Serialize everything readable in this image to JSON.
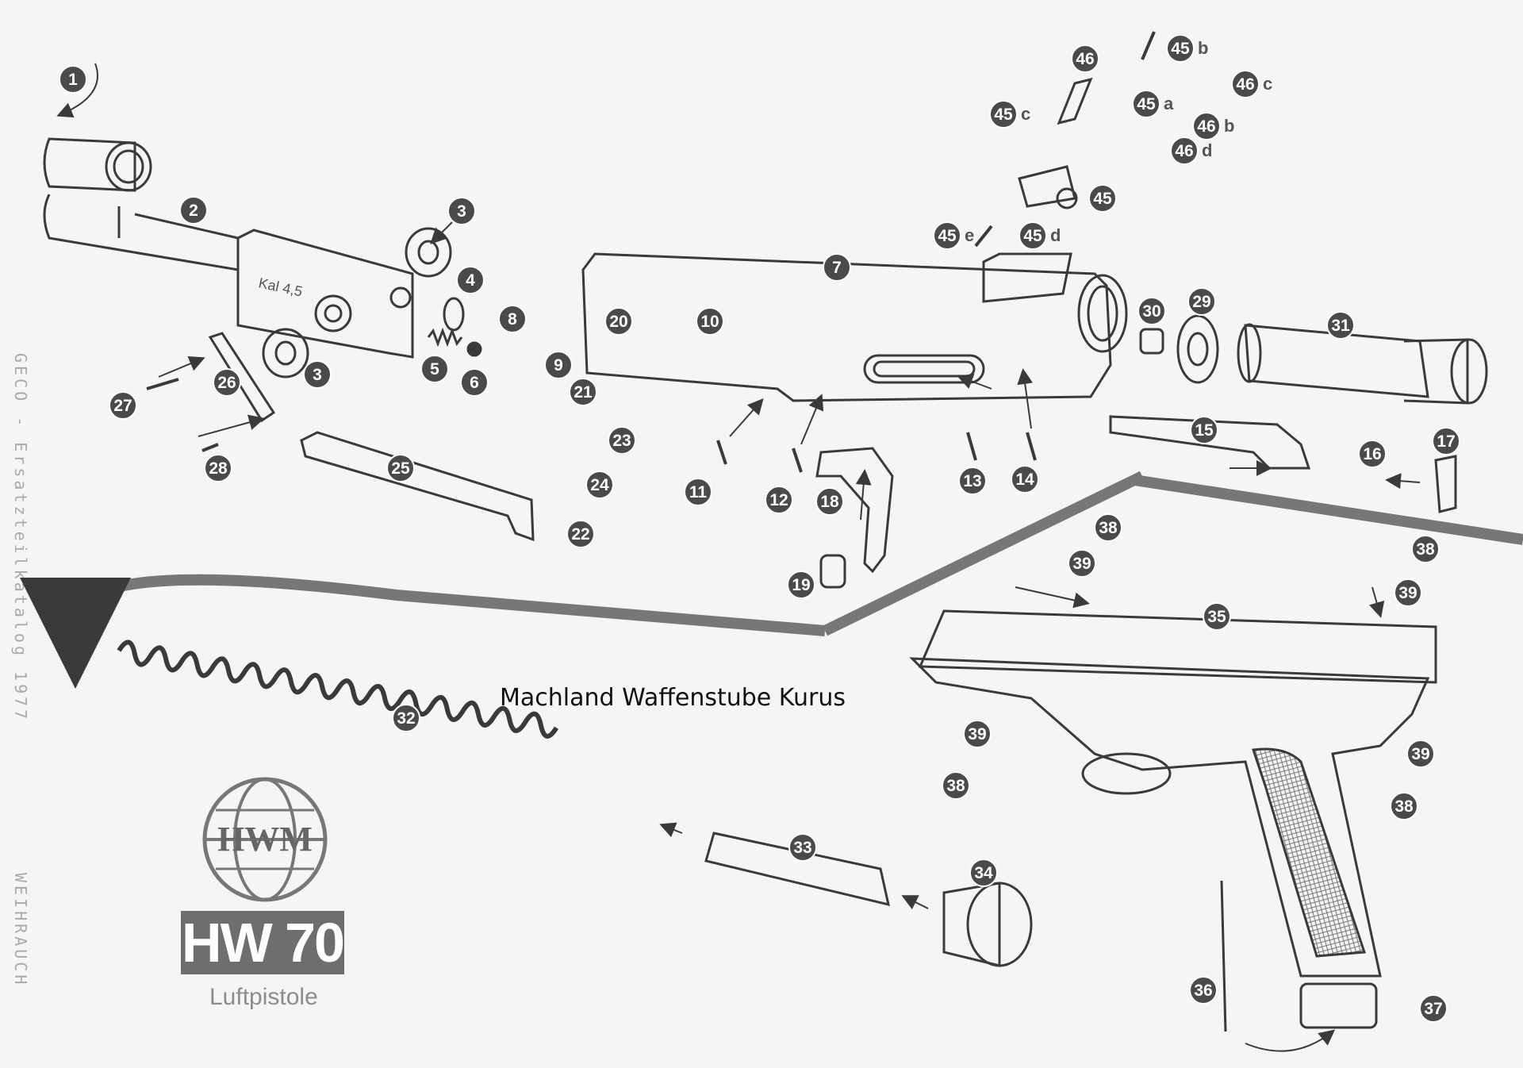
{
  "sidebar": {
    "catalog_text": "GECO - Ersatzteilkatalog 1977",
    "manufacturer_text": "WEIHRAUCH"
  },
  "caption": "Machland Waffenstube Kurus",
  "logo": {
    "text": "HWM",
    "icon": "globe-logo-icon"
  },
  "model": "HW 70",
  "subtitle": "Luftpistole",
  "engraving": "Kal 4,5",
  "callouts": [
    {
      "id": "1",
      "suffix": ""
    },
    {
      "id": "2",
      "suffix": ""
    },
    {
      "id": "3",
      "suffix": ""
    },
    {
      "id": "3b",
      "label": "3",
      "suffix": ""
    },
    {
      "id": "4",
      "suffix": ""
    },
    {
      "id": "5",
      "suffix": ""
    },
    {
      "id": "6",
      "suffix": ""
    },
    {
      "id": "7",
      "suffix": ""
    },
    {
      "id": "8",
      "suffix": ""
    },
    {
      "id": "9",
      "suffix": ""
    },
    {
      "id": "10",
      "suffix": ""
    },
    {
      "id": "11",
      "suffix": ""
    },
    {
      "id": "12",
      "suffix": ""
    },
    {
      "id": "13",
      "suffix": ""
    },
    {
      "id": "14",
      "suffix": ""
    },
    {
      "id": "15",
      "suffix": ""
    },
    {
      "id": "16",
      "suffix": ""
    },
    {
      "id": "17",
      "suffix": ""
    },
    {
      "id": "18",
      "suffix": ""
    },
    {
      "id": "19",
      "suffix": ""
    },
    {
      "id": "20",
      "suffix": ""
    },
    {
      "id": "21",
      "suffix": ""
    },
    {
      "id": "22",
      "suffix": ""
    },
    {
      "id": "23",
      "suffix": ""
    },
    {
      "id": "24",
      "suffix": ""
    },
    {
      "id": "25",
      "suffix": ""
    },
    {
      "id": "26",
      "suffix": ""
    },
    {
      "id": "27",
      "suffix": ""
    },
    {
      "id": "28",
      "suffix": ""
    },
    {
      "id": "29",
      "suffix": ""
    },
    {
      "id": "30",
      "suffix": ""
    },
    {
      "id": "31",
      "suffix": ""
    },
    {
      "id": "32",
      "suffix": ""
    },
    {
      "id": "33",
      "suffix": ""
    },
    {
      "id": "34",
      "suffix": ""
    },
    {
      "id": "35",
      "suffix": ""
    },
    {
      "id": "36",
      "suffix": ""
    },
    {
      "id": "37",
      "suffix": ""
    },
    {
      "id": "38",
      "suffix": ""
    },
    {
      "id": "38b",
      "label": "38",
      "suffix": ""
    },
    {
      "id": "38c",
      "label": "38",
      "suffix": ""
    },
    {
      "id": "38d",
      "label": "38",
      "suffix": ""
    },
    {
      "id": "39",
      "suffix": ""
    },
    {
      "id": "39b",
      "label": "39",
      "suffix": ""
    },
    {
      "id": "39c",
      "label": "39",
      "suffix": ""
    },
    {
      "id": "39d",
      "label": "39",
      "suffix": ""
    },
    {
      "id": "45",
      "suffix": ""
    },
    {
      "id": "45a",
      "label": "45",
      "suffix": "a"
    },
    {
      "id": "45b",
      "label": "45",
      "suffix": "b"
    },
    {
      "id": "45c",
      "label": "45",
      "suffix": "c"
    },
    {
      "id": "45d",
      "label": "45",
      "suffix": "d"
    },
    {
      "id": "45e",
      "label": "45",
      "suffix": "e"
    },
    {
      "id": "46",
      "suffix": ""
    },
    {
      "id": "46b",
      "label": "46",
      "suffix": "b"
    },
    {
      "id": "46c",
      "label": "46",
      "suffix": "c"
    },
    {
      "id": "46d",
      "label": "46",
      "suffix": "d"
    }
  ],
  "colors": {
    "ink": "#3a3a3a",
    "paper": "#f6f5f3",
    "callout_fill": "#4a4a4a",
    "callout_text": "#ffffff"
  }
}
